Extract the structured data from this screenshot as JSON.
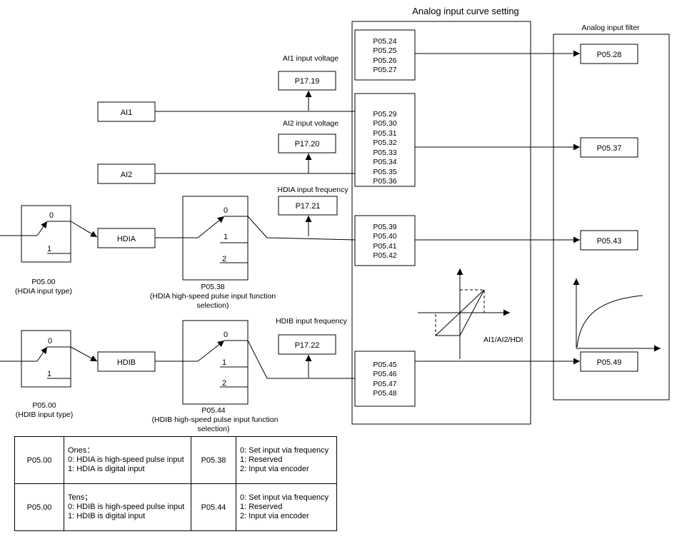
{
  "title": "Analog input curve setting",
  "filter_title": "Analog input filter",
  "inputs": {
    "ai1": "AI1",
    "ai2": "AI2",
    "hdia": "HDIA",
    "hdib": "HDIB"
  },
  "voltage_labels": {
    "ai1": "AI1 input voltage",
    "ai2": "AI2 input voltage",
    "hdia": "HDIA input frequency",
    "hdib": "HDIB input frequency"
  },
  "monitor_params": {
    "ai1": "P17.19",
    "ai2": "P17.20",
    "hdia": "P17.21",
    "hdib": "P17.22"
  },
  "curve_groups": {
    "ai1": [
      "P05.24",
      "P05.25",
      "P05.26",
      "P05.27"
    ],
    "ai2": [
      "P05.29",
      "P05.30",
      "P05.31",
      "P05.32",
      "P05.33",
      "P05.34",
      "P05.35",
      "P05.36"
    ],
    "hdia": [
      "P05.39",
      "P05.40",
      "P05.41",
      "P05.42"
    ],
    "hdib": [
      "P05.45",
      "P05.46",
      "P05.47",
      "P05.48"
    ]
  },
  "filter_params": {
    "ai1": "P05.28",
    "ai2": "P05.37",
    "hdia": "P05.43",
    "hdib": "P05.49"
  },
  "curve_graph_label": "AI1/AI2/HDI",
  "switch_hdia_type": {
    "pos0": "0",
    "pos1": "1",
    "param": "P05.00",
    "caption": "(HDIA input type)"
  },
  "switch_hdib_type": {
    "pos0": "0",
    "pos1": "1",
    "param": "P05.00",
    "caption": "(HDIB input type)"
  },
  "switch_hdia_func": {
    "pos0": "0",
    "pos1": "1",
    "pos2": "2",
    "param": "P05.38",
    "caption_line1": "(HDIA high-speed pulse input function",
    "caption_line2": "selection)"
  },
  "switch_hdib_func": {
    "pos0": "0",
    "pos1": "1",
    "pos2": "2",
    "param": "P05.44",
    "caption_line1": "(HDIB high-speed pulse input function",
    "caption_line2": "selection)"
  },
  "table": [
    {
      "param1": "P05.00",
      "desc1": [
        "Ones：",
        "0: HDIA is high-speed pulse input",
        "1: HDIA is digital input"
      ],
      "param2": "P05.38",
      "desc2": [
        "0: Set input via frequency",
        "1: Reserved",
        "2: Input via encoder"
      ]
    },
    {
      "param1": "P05.00",
      "desc1": [
        "Tens；",
        "0: HDIB is high-speed pulse input",
        "1: HDIB is digital input"
      ],
      "param2": "P05.44",
      "desc2": [
        "0: Set input via frequency",
        "1: Reserved",
        "2: Input via encoder"
      ]
    }
  ]
}
